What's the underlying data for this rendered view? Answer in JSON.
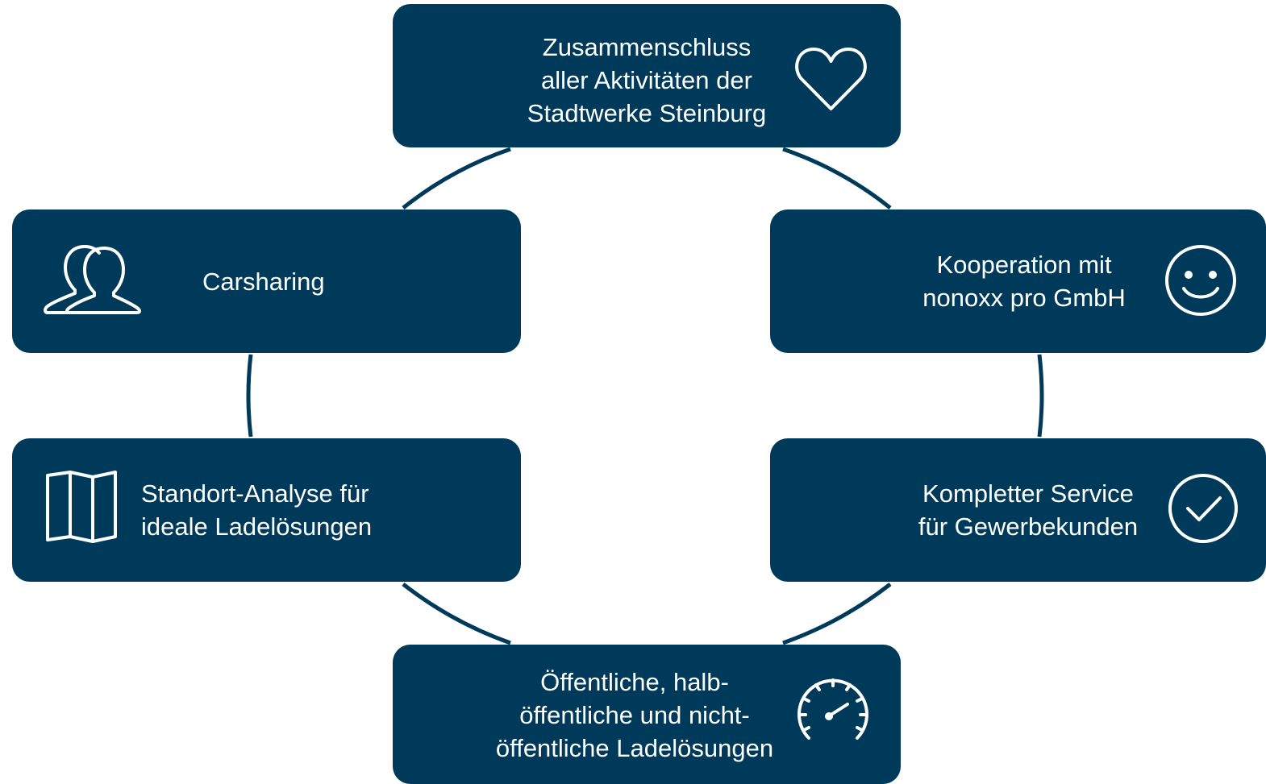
{
  "colors": {
    "box_fill": "#003a5a",
    "box_text": "#ffffff",
    "connector": "#003a5a",
    "background": "#ffffff"
  },
  "nodes": {
    "top": {
      "lines": [
        "Zusammenschluss",
        "aller Aktivitäten der",
        "Stadtwerke Steinburg"
      ],
      "icon": "heart-icon"
    },
    "left_upper": {
      "lines": [
        "Carsharing"
      ],
      "icon": "users-icon"
    },
    "right_upper": {
      "lines": [
        "Kooperation mit",
        "nonoxx pro GmbH"
      ],
      "icon": "smiley-icon"
    },
    "left_lower": {
      "lines": [
        "Standort-Analyse für",
        "ideale Ladelösungen"
      ],
      "icon": "map-icon"
    },
    "right_lower": {
      "lines": [
        "Kompletter Service",
        "für Gewerbekunden"
      ],
      "icon": "check-circle-icon"
    },
    "bottom": {
      "lines": [
        "Öffentliche, halb-",
        "öffentliche und nicht-",
        "öffentliche Ladelösungen"
      ],
      "icon": "speedometer-icon"
    }
  }
}
